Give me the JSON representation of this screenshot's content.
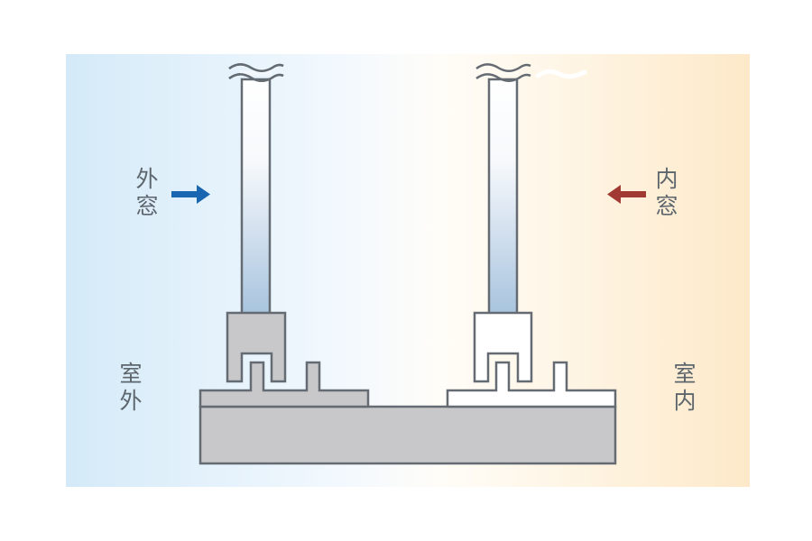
{
  "title": "二重窓 断面図",
  "labels": {
    "outer_window": [
      "外",
      "窓"
    ],
    "inner_window": [
      "内",
      "窓"
    ],
    "outdoor": [
      "室",
      "外"
    ],
    "indoor": [
      "室",
      "内"
    ]
  },
  "arrows": {
    "outer_arrow": {
      "direction": "right",
      "icon": "arrow-right-icon",
      "color": "#1a66b0"
    },
    "inner_arrow": {
      "direction": "left",
      "icon": "arrow-left-icon",
      "color": "#a13a32"
    }
  },
  "colors": {
    "outdoor_bg": "#d6ebf8",
    "indoor_bg": "#fde9c9",
    "frame_outer_fill": "#c8c8ca",
    "frame_inner_fill": "#ffffff",
    "sill_fill": "#c8c8ca",
    "stroke": "#646b72",
    "glass_top": "#ffffff",
    "glass_bottom": "#a9c5de"
  }
}
